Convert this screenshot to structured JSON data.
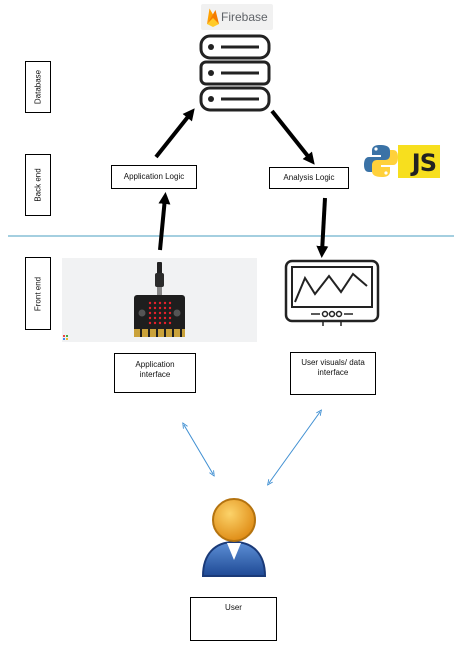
{
  "layers": {
    "database": "Database",
    "backend": "Back end",
    "frontend": "Front end"
  },
  "logos": {
    "firebase": "Firebase",
    "javascript": "JS"
  },
  "nodes": {
    "application_logic": "Application Logic",
    "analysis_logic": "Analysis Logic",
    "application_interface_line1": "Application",
    "application_interface_line2": "interface",
    "user_visuals_line1": "User visuals/ data",
    "user_visuals_line2": "interface",
    "user": "User"
  },
  "colors": {
    "divider": "#4a9fc0",
    "user_arrow": "#3f8fd2",
    "microbit_board": "#1e1e1e",
    "microbit_led": "#e8202a",
    "microbit_pin": "#d4a92a",
    "js_yellow": "#f7df1e",
    "python_blue": "#3a72a6",
    "python_yellow": "#ffd13b",
    "user_head": "#f0a52a",
    "user_body": "#2c5aa8"
  }
}
